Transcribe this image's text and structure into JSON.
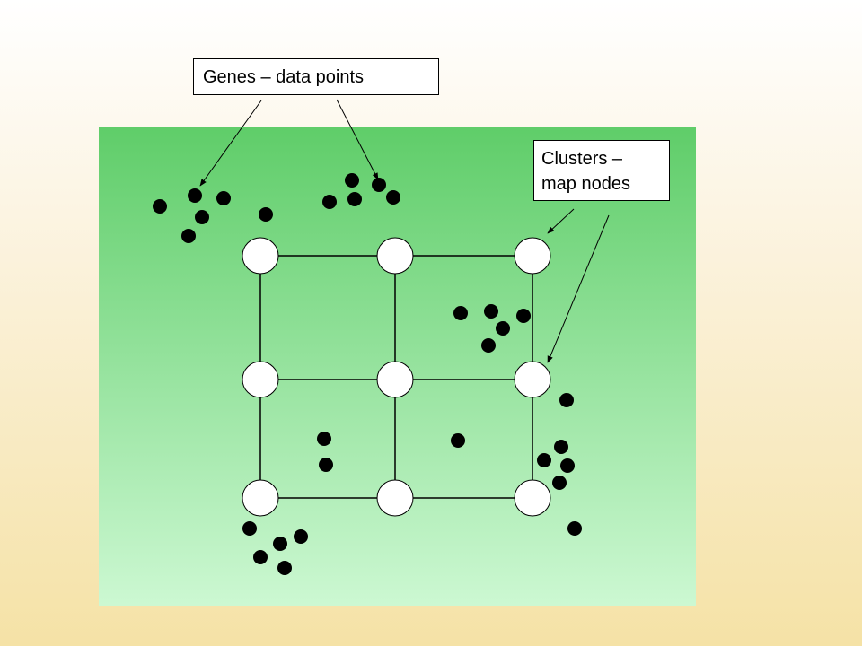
{
  "labels": {
    "genes": "Genes – data points",
    "clusters_line1": "Clusters –",
    "clusters_line2": "map nodes"
  },
  "colors": {
    "panel_top": "#5fcd69",
    "panel_bottom": "#ccf8d2",
    "data_point": "#000000",
    "map_node_fill": "#ffffff",
    "map_node_stroke": "#000000",
    "grid_line": "#000000"
  },
  "map_grid": {
    "rows": 3,
    "columns": 3
  }
}
